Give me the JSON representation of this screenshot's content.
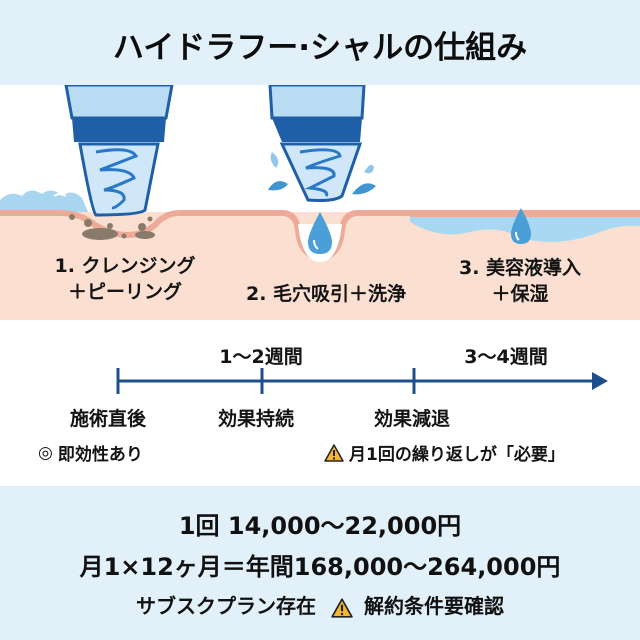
{
  "header": {
    "title": "ハイドラフー·シャルの仕組み"
  },
  "steps": [
    {
      "number": "1.",
      "line1": "1. クレンジング",
      "line2": "＋ピーリング",
      "icon": "nozzle-exfoliation-icon"
    },
    {
      "number": "2.",
      "line1": "2. 毛穴吸引＋洗浄",
      "icon": "nozzle-suction-icon"
    },
    {
      "number": "3.",
      "line1": "3. 美容液導入",
      "line2": "＋保湿",
      "icon": "serum-drop-icon"
    }
  ],
  "timeline": {
    "points": [
      {
        "period": "",
        "label": "施術直後"
      },
      {
        "period": "1〜2週間",
        "label": "効果持続"
      },
      {
        "period": "3〜4週間",
        "label": "効果減退"
      }
    ],
    "note_left": {
      "icon": "double-circle-icon",
      "symbol": "◎",
      "text": "即効性あり"
    },
    "note_right": {
      "icon": "warning-icon",
      "text": "月1回の繰り返しが「必要」"
    }
  },
  "pricing": {
    "per_session": "1回 14,000〜22,000円",
    "annual": "月1×12ヶ月＝年間168,000〜264,000円",
    "subscription": "サブスクプラン存在",
    "subscription_warning": "解約条件要確認"
  },
  "colors": {
    "panel_bg": "#e1f0f9",
    "skin": "#fbe0d2",
    "skin_edge": "#eeaa98",
    "water": "#4a9fd8",
    "nozzle_dark": "#1f5fa8",
    "timeline": "#1d4f8a",
    "warning": "#f5b731"
  }
}
